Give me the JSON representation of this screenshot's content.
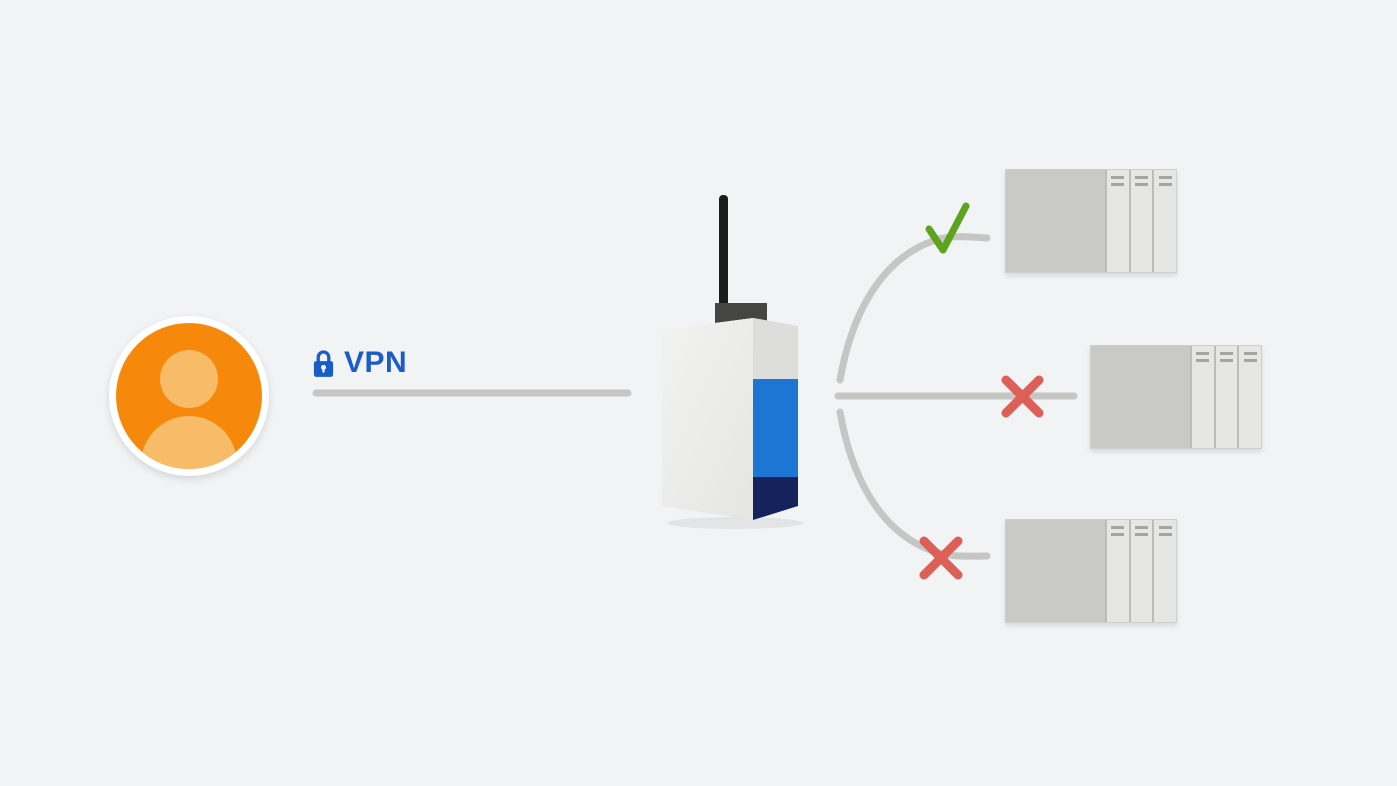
{
  "diagram": {
    "vpn_label": "VPN",
    "nodes": {
      "user": "remote-user",
      "gateway": "vpn-gateway-device",
      "servers": [
        "server-cabinet-top",
        "server-cabinet-middle",
        "server-cabinet-bottom"
      ]
    },
    "connections": [
      {
        "from": "user",
        "to": "gateway",
        "label": "VPN",
        "marker": "lock"
      },
      {
        "from": "gateway",
        "to": "server-cabinet-top",
        "status": "allowed",
        "marker": "check"
      },
      {
        "from": "gateway",
        "to": "server-cabinet-middle",
        "status": "blocked",
        "marker": "cross"
      },
      {
        "from": "gateway",
        "to": "server-cabinet-bottom",
        "status": "blocked",
        "marker": "cross"
      }
    ],
    "colors": {
      "background": "#f2f3f5",
      "vpn_blue": "#1a5dc8",
      "avatar_orange": "#f6880b",
      "avatar_silhouette": "#f8bb68",
      "connector_gray": "#c6c6c4",
      "check_green": "#5da31f",
      "cross_red": "#dc5f58",
      "gateway_body": "#ececea",
      "gateway_blue": "#1e76d4",
      "gateway_navy": "#14235c",
      "server_gray": "#c9c9c7",
      "server_panel": "#e6e6e4"
    }
  }
}
